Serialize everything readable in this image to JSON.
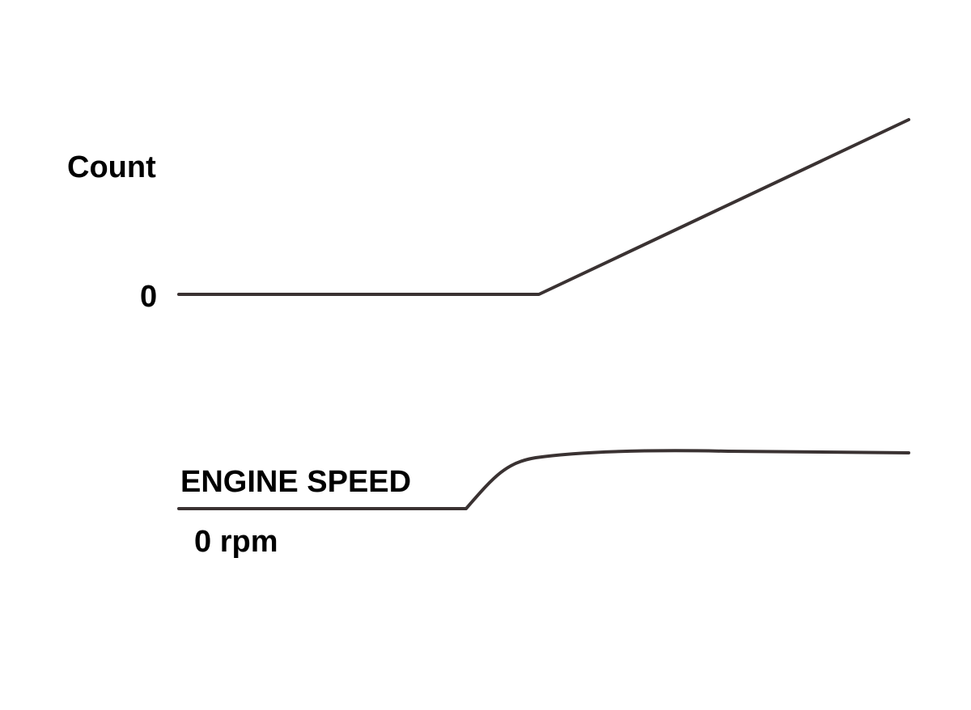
{
  "count_graph": {
    "axis_label": "Count",
    "zero_label": "0"
  },
  "engine_speed_graph": {
    "axis_label": "ENGINE SPEED",
    "zero_label": "0 rpm"
  },
  "colors": {
    "trace": "#3a3232",
    "text": "#000000",
    "background": "#ffffff"
  }
}
